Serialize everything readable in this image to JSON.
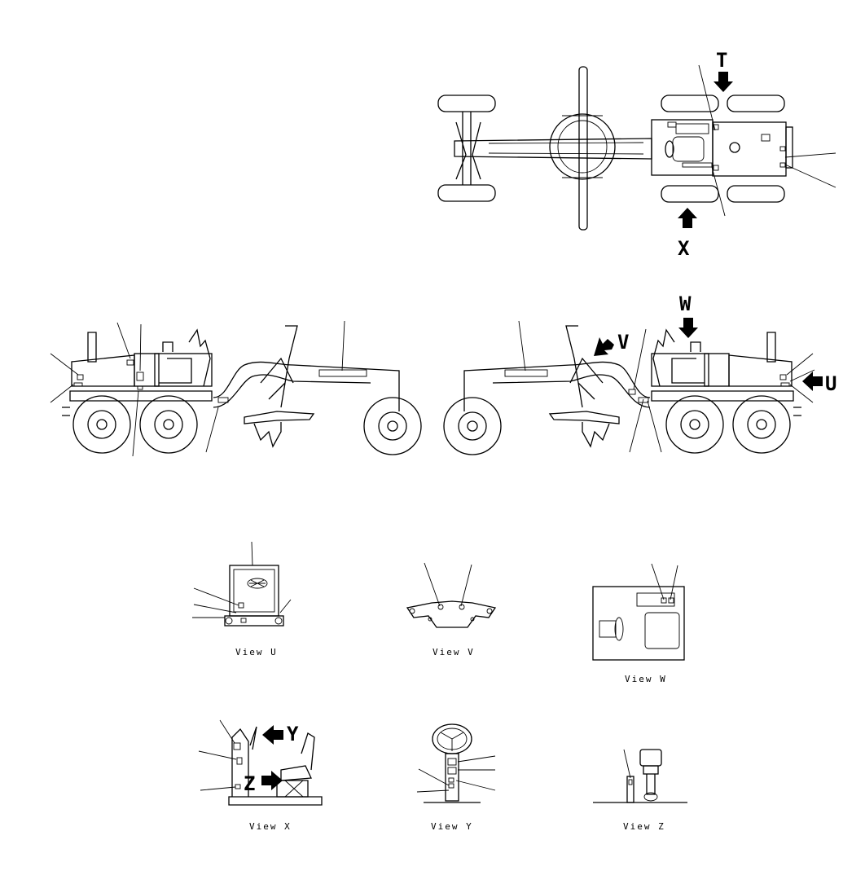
{
  "arrow_labels": {
    "t": "T",
    "x": "X",
    "w": "W",
    "v": "V",
    "u": "U",
    "y": "Y",
    "z": "Z"
  },
  "view_captions": {
    "u": "View U",
    "v": "View V",
    "w": "View W",
    "x": "View X",
    "y": "View Y",
    "z": "View Z"
  },
  "colors": {
    "line": "#000000",
    "background": "#ffffff"
  }
}
